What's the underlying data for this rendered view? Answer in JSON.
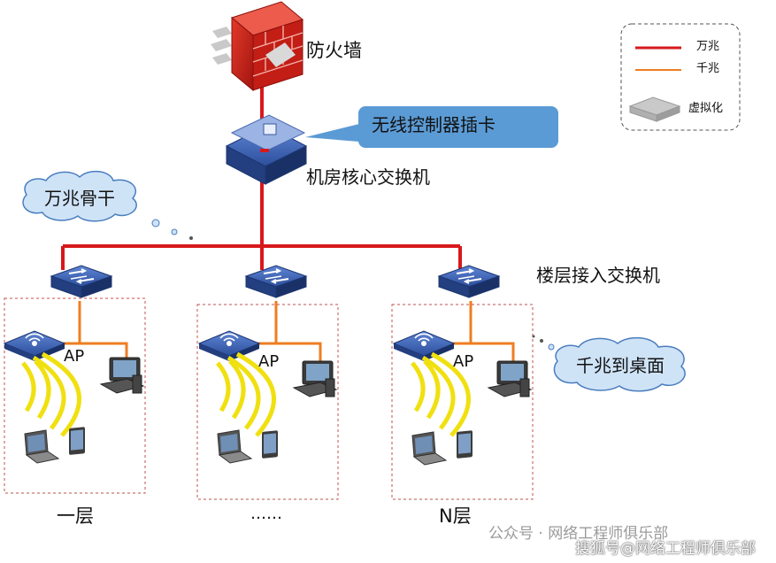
{
  "labels": {
    "firewall": "防火墙",
    "wireless_card": "无线控制器插卡",
    "core_switch": "机房核心交换机",
    "backbone": "万兆骨干",
    "access_switch": "楼层接入交换机",
    "to_desktop": "千兆到桌面",
    "ap": "AP",
    "floor1": "一层",
    "floor_mid": "……",
    "floorN": "N层"
  },
  "legend": {
    "ten_gig": "万兆",
    "gig": "千兆",
    "virtual": "虚拟化"
  },
  "watermark": {
    "line1": "公众号 · 网络工程师俱乐部",
    "line2": "搜狐号@网络工程师俱乐部"
  },
  "colors": {
    "ten_gig_line": "#d7191c",
    "gig_line": "#ef7d22",
    "device_blue": "#2f4f9e",
    "callout": "#5b9bd5",
    "dashed_box": "#c0504d",
    "wifi": "#f0e010"
  }
}
